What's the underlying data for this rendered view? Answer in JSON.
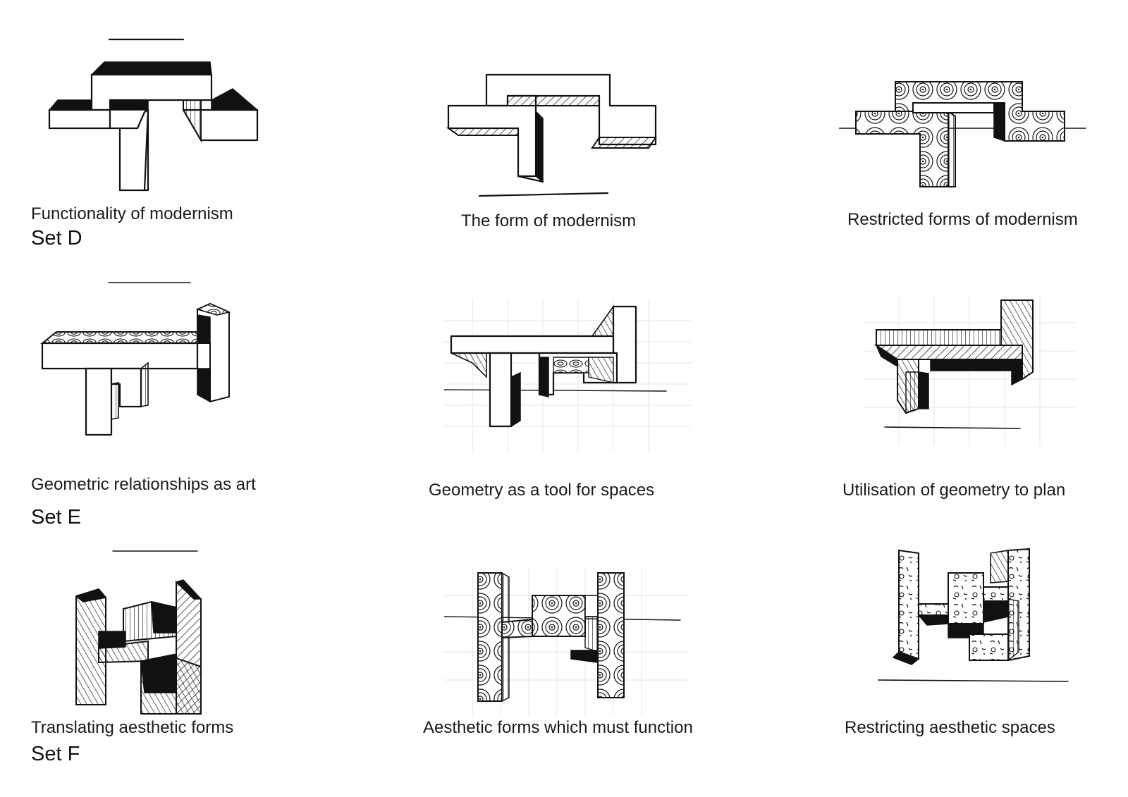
{
  "sets": [
    {
      "label": "Set D",
      "captions": [
        "Functionality of modernism",
        "The form of modernism",
        "Restricted forms of modernism"
      ]
    },
    {
      "label": "Set E",
      "captions": [
        "Geometric relationships as art",
        "Geometry as a tool for spaces",
        "Utilisation of geometry to plan"
      ]
    },
    {
      "label": "Set F",
      "captions": [
        "Translating aesthetic forms",
        "Aesthetic forms which must function",
        "Restricting aesthetic spaces"
      ]
    }
  ],
  "colors": {
    "ink": "#111111",
    "paper": "#ffffff",
    "grid": "#e6e6e6"
  }
}
